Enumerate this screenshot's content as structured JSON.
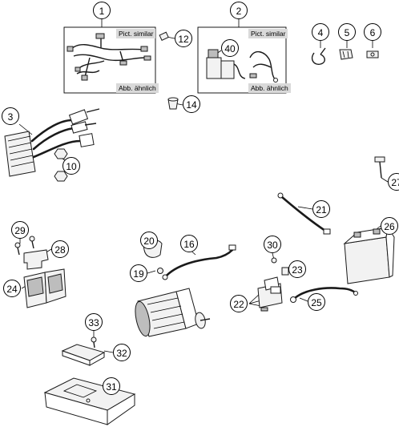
{
  "boxes": [
    {
      "id": "harness-box",
      "label_top": "Pict. similar",
      "label_bottom": "Abb. ähnlich"
    },
    {
      "id": "relay-box",
      "label_top": "Pict. similar",
      "label_bottom": "Abb. ähnlich"
    }
  ],
  "callouts": {
    "c1": "1",
    "c2": "2",
    "c3": "3",
    "c4": "4",
    "c5": "5",
    "c6": "6",
    "c10": "10",
    "c12": "12",
    "c14": "14",
    "c16": "16",
    "c19": "19",
    "c20": "20",
    "c21": "21",
    "c22": "22",
    "c23": "23",
    "c24": "24",
    "c25": "25",
    "c26": "26",
    "c27": "27",
    "c28": "28",
    "c29": "29",
    "c30": "30",
    "c31": "31",
    "c32": "32",
    "c33": "33",
    "c40": "40"
  }
}
